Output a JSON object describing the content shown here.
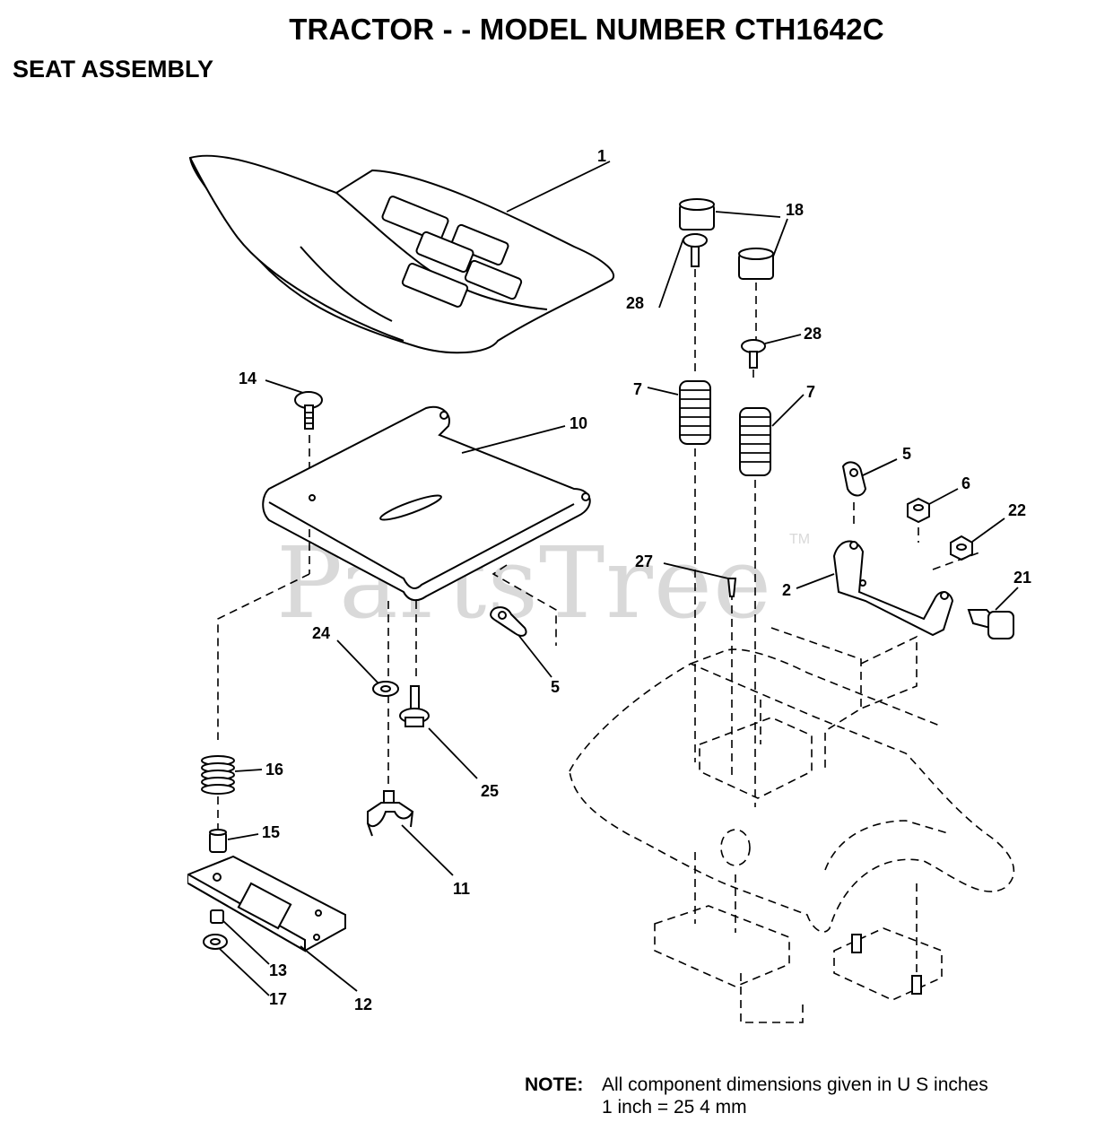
{
  "header": {
    "title": "TRACTOR - - MODEL NUMBER CTH1642C",
    "subtitle": "SEAT ASSEMBLY"
  },
  "watermark": {
    "text": "PartsTree",
    "tm": "TM"
  },
  "callouts": {
    "c1": "1",
    "c2": "2",
    "c5a": "5",
    "c5b": "5",
    "c6": "6",
    "c7a": "7",
    "c7b": "7",
    "c10": "10",
    "c11": "11",
    "c12": "12",
    "c13": "13",
    "c14": "14",
    "c15": "15",
    "c16": "16",
    "c17": "17",
    "c18": "18",
    "c21": "21",
    "c22": "22",
    "c24": "24",
    "c25": "25",
    "c27": "27",
    "c28a": "28",
    "c28b": "28"
  },
  "note": {
    "label": "NOTE:",
    "line1": "All component dimensions given in U S  inches",
    "line2": "1 inch = 25 4 mm"
  }
}
